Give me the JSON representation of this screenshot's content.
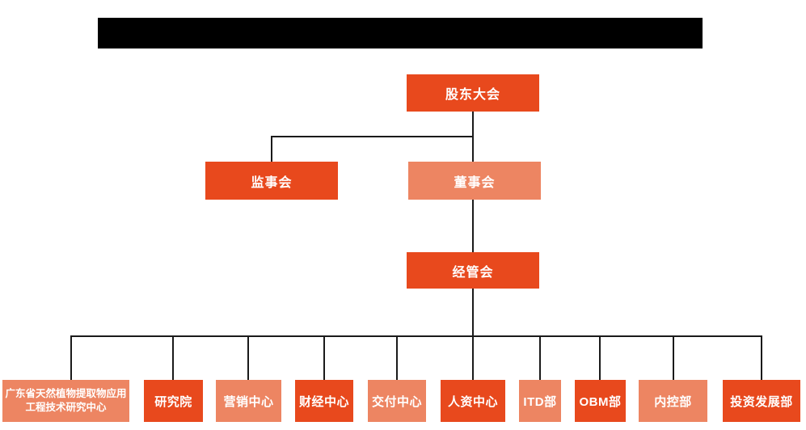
{
  "colors": {
    "node_primary": "#E8491D",
    "node_secondary": "#ED8562",
    "node_text": "#ffffff",
    "connector": "#1a1a1a",
    "redacted_bar": "#000000",
    "background": "#ffffff"
  },
  "org": {
    "level1": {
      "label": "股东大会",
      "variant": "primary"
    },
    "level2": [
      {
        "label": "监事会",
        "variant": "primary"
      },
      {
        "label": "董事会",
        "variant": "secondary"
      }
    ],
    "level3": {
      "label": "经管会",
      "variant": "primary"
    },
    "level4": [
      {
        "label": "广东省天然植物提取物应用工程技术研究中心",
        "variant": "secondary"
      },
      {
        "label": "研究院",
        "variant": "primary"
      },
      {
        "label": "营销中心",
        "variant": "secondary"
      },
      {
        "label": "财经中心",
        "variant": "primary"
      },
      {
        "label": "交付中心",
        "variant": "secondary"
      },
      {
        "label": "人资中心",
        "variant": "primary"
      },
      {
        "label": "ITD部",
        "variant": "secondary"
      },
      {
        "label": "OBM部",
        "variant": "primary"
      },
      {
        "label": "内控部",
        "variant": "secondary"
      },
      {
        "label": "投资发展部",
        "variant": "primary"
      }
    ]
  }
}
